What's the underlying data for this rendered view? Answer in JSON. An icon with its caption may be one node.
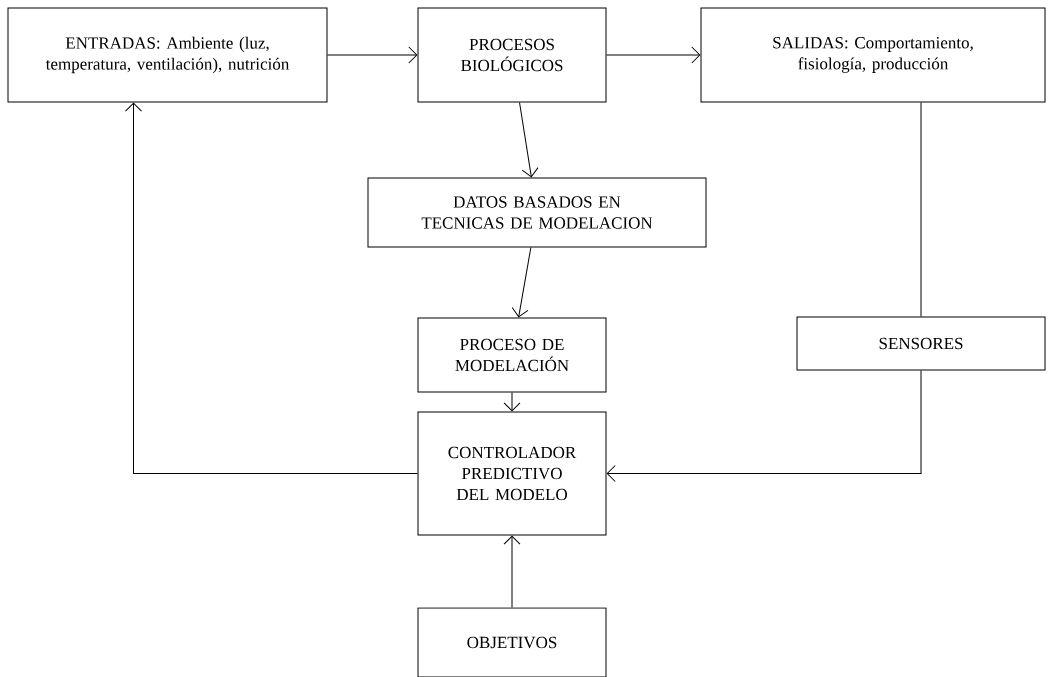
{
  "diagram": {
    "nodes": [
      {
        "text": [
          "ENTRADAS: Ambiente (luz, temperatura, ventilación), nutrición"
        ]
      },
      {
        "text": [
          "PROCESOS BIOLÓGICOS"
        ]
      },
      {
        "text": [
          "SALIDAS: Comportamiento, fisiología, producción"
        ]
      },
      {
        "text": [
          "DATOS BASADOS EN TECNICAS DE MODELACION"
        ]
      },
      {
        "text": [
          "PROCESO DE MODELACIÓN"
        ]
      },
      {
        "text": [
          "SENSORES"
        ]
      },
      {
        "text": [
          "CONTROLADOR PREDICTIVO DEL MODELO"
        ]
      },
      {
        "text": [
          "OBJETIVOS"
        ]
      }
    ],
    "edges": [
      {
        "from": 0,
        "to": 1,
        "arrow": "to"
      },
      {
        "from": 1,
        "to": 2,
        "arrow": "to"
      },
      {
        "from": 1,
        "to": 3,
        "arrow": "to"
      },
      {
        "from": 3,
        "to": 4,
        "arrow": "to"
      },
      {
        "from": 4,
        "to": 6,
        "arrow": "to"
      },
      {
        "from": 2,
        "to": 5,
        "arrow": "none"
      },
      {
        "from": 5,
        "to": 6,
        "arrow": "to"
      },
      {
        "from": 6,
        "to": 0,
        "arrow": "to"
      },
      {
        "from": 7,
        "to": 6,
        "arrow": "to"
      }
    ]
  }
}
